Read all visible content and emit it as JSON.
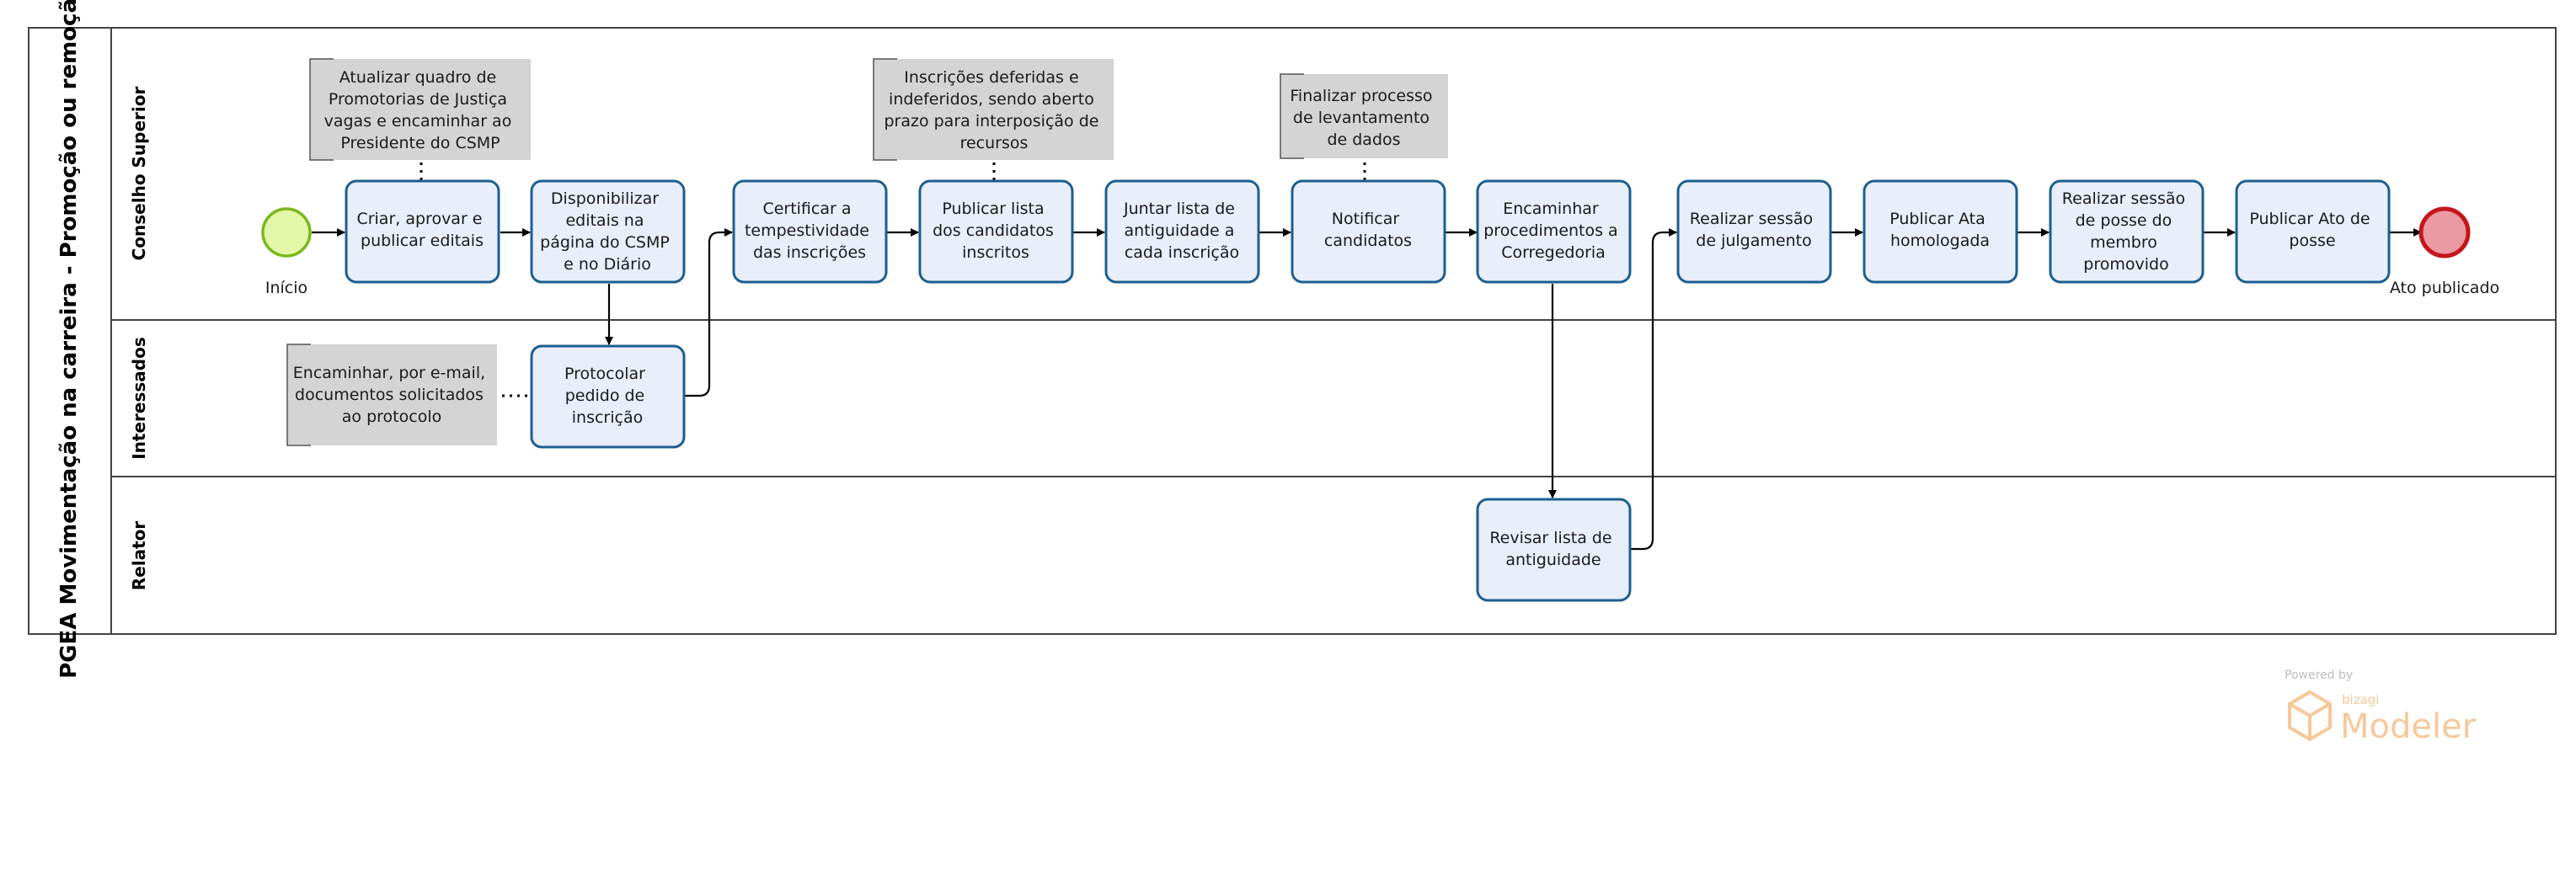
{
  "pool": {
    "title": "PGEA Movimentação na carreira - Promoção ou remoção"
  },
  "lanes": [
    {
      "id": "conselho",
      "title": "Conselho Superior"
    },
    {
      "id": "interessados",
      "title": "Interessados"
    },
    {
      "id": "relator",
      "title": "Relator"
    }
  ],
  "events": {
    "start": {
      "label": "Início"
    },
    "end": {
      "label": "Ato publicado"
    }
  },
  "tasks": [
    {
      "id": "t1",
      "lines": [
        "Criar, aprovar e",
        "publicar editais"
      ]
    },
    {
      "id": "t2",
      "lines": [
        "Disponibilizar",
        "editais na",
        "página do CSMP",
        "e no Diário"
      ]
    },
    {
      "id": "t3",
      "lines": [
        "Certificar a",
        "tempestividade",
        "das inscrições"
      ]
    },
    {
      "id": "t4",
      "lines": [
        "Publicar lista",
        "dos candidatos",
        "inscritos"
      ]
    },
    {
      "id": "t5",
      "lines": [
        "Juntar lista de",
        "antiguidade a",
        "cada inscrição"
      ]
    },
    {
      "id": "t6",
      "lines": [
        "Notificar",
        "candidatos"
      ]
    },
    {
      "id": "t7",
      "lines": [
        "Encaminhar",
        "procedimentos a",
        "Corregedoria"
      ]
    },
    {
      "id": "t8",
      "lines": [
        "Realizar sessão",
        "de julgamento"
      ]
    },
    {
      "id": "t9",
      "lines": [
        "Publicar Ata",
        "homologada"
      ]
    },
    {
      "id": "t10",
      "lines": [
        "Realizar sessão",
        "de posse do",
        "membro",
        "promovido"
      ]
    },
    {
      "id": "t11",
      "lines": [
        "Publicar Ato de",
        "posse"
      ]
    },
    {
      "id": "t12",
      "lines": [
        "Protocolar",
        "pedido de",
        "inscrição"
      ]
    },
    {
      "id": "t13",
      "lines": [
        "Revisar lista de",
        "antiguidade"
      ]
    }
  ],
  "annotations": [
    {
      "id": "a1",
      "lines": [
        "Atualizar quadro de",
        "Promotorias de Justiça",
        "vagas e encaminhar ao",
        "Presidente do CSMP"
      ]
    },
    {
      "id": "a2",
      "lines": [
        "Inscrições deferidas e",
        "indeferidos, sendo aberto",
        "prazo para interposição de",
        "recursos"
      ]
    },
    {
      "id": "a3",
      "lines": [
        "Finalizar processo",
        "de levantamento",
        "de dados"
      ]
    },
    {
      "id": "a4",
      "lines": [
        "Encaminhar, por e-mail,",
        "documentos solicitados",
        "ao protocolo"
      ]
    }
  ],
  "watermark": {
    "powered": "Powered by",
    "brand": "bizagi",
    "product": "Modeler"
  },
  "colors": {
    "task_fill": "#e9eefb",
    "task_stroke": "#1d5f8f",
    "annotation_fill": "#d4d4d4",
    "start_fill": "#e3f7a8",
    "start_stroke": "#7cb71d",
    "end_fill": "#e99aa2",
    "end_stroke": "#c4161c",
    "watermark_accent": "#f6c99a"
  }
}
